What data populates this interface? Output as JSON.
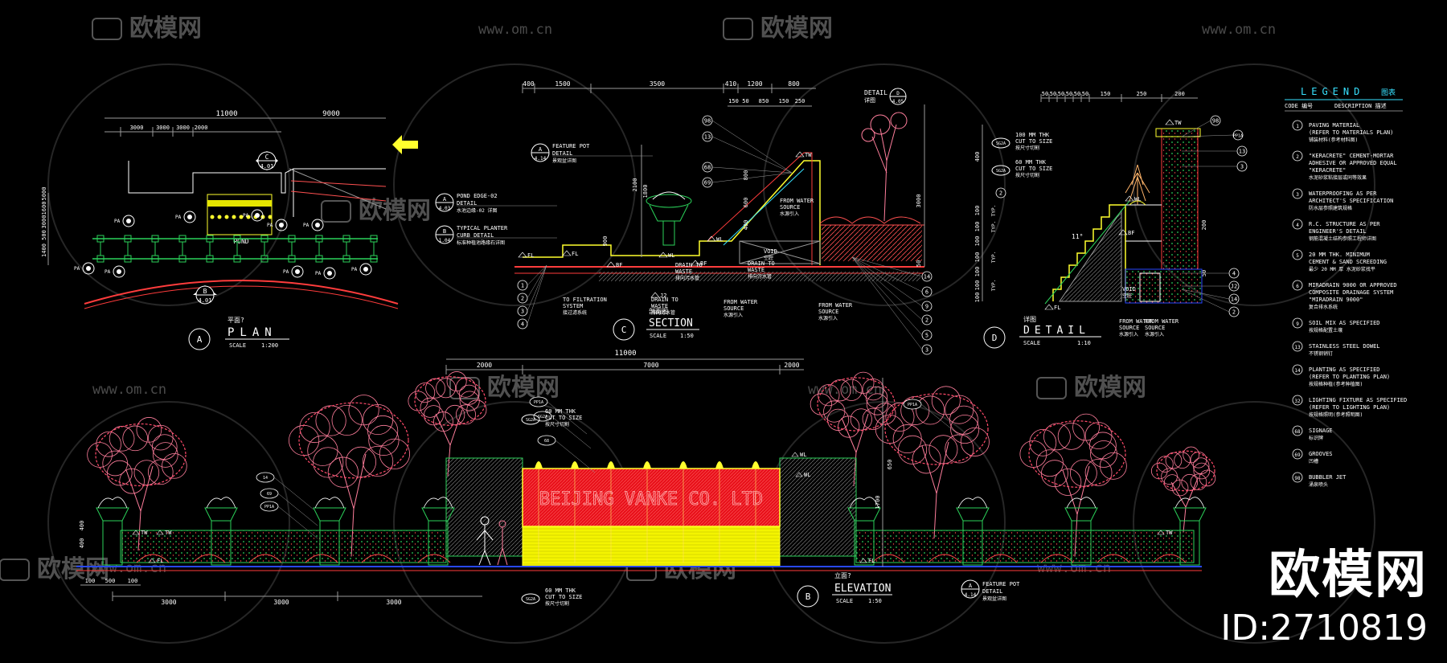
{
  "watermark": {
    "brand": "欧模网",
    "url": "www.om.cn",
    "id": "ID:2710819"
  },
  "plan": {
    "letter": "A",
    "title": "PLAN",
    "cn": "平面?",
    "scale_label": "SCALE",
    "scale": "1:200",
    "dims_top": [
      "11000",
      "9000"
    ],
    "dims_sub": [
      "3000",
      "3000",
      "3000",
      "2000"
    ],
    "dims_left": [
      "1400",
      "500",
      "3000",
      "1600",
      "5000"
    ],
    "pot_label": "PA",
    "pond": "POND",
    "tag_c": "C",
    "tag_c_ref": "4.01",
    "tag_b": "B",
    "tag_b_ref": "4.01"
  },
  "section": {
    "letter": "C",
    "title": "SECTION",
    "cn": "剖面图",
    "scale_label": "SCALE",
    "scale": "1:50",
    "dims_top": [
      "400",
      "1500",
      "3500",
      "410",
      "1200",
      "800"
    ],
    "dims_sub": [
      "150",
      "50",
      "850",
      "150",
      "250"
    ],
    "detail_label": "DETAIL",
    "detail_cn": "详图",
    "detail_ref": "4.05",
    "notes": [
      {
        "ref": "4.14",
        "tag": "A",
        "text": "FEATURE POT DETAIL",
        "cn": "景观盆详图"
      },
      {
        "ref": "4.03",
        "tag": "A",
        "text": "POND EDGE-02 DETAIL",
        "cn": "水池边缘-02 详图"
      },
      {
        "ref": "1.04",
        "tag": "B",
        "text": "TYPICAL PLANTER CURB DETAIL",
        "cn": "标准种植池路缘石详图"
      }
    ],
    "callouts_left": [
      "1",
      "2",
      "3",
      "4"
    ],
    "callouts_right": [
      "14",
      "6",
      "9",
      "2",
      "5",
      "3"
    ],
    "callouts_top": [
      "98",
      "13",
      "68",
      "69"
    ],
    "vdims": [
      "2100",
      "1800",
      "900",
      "800",
      "600",
      "400",
      "3000",
      "50"
    ],
    "labels": [
      "TO FILTRATION SYSTEM",
      "DRAIN TO WASTE",
      "DRAIN TO WASTE",
      "FROM WATER SOURCE",
      "DRAIN TO WASTE",
      "FROM WATER SOURCE",
      "FROM WATER SOURCE",
      "VOID"
    ],
    "labels_cn": [
      "接过滤系统",
      "排向污水管",
      "排向污水管",
      "水源引入",
      "排向污水管",
      "水源引入",
      "水源引入",
      "空腔"
    ],
    "marks": [
      "FL",
      "FL",
      "BF",
      "WL",
      "BF",
      "J2",
      "TW",
      "WL"
    ]
  },
  "detail": {
    "letter": "D",
    "title": "DETAIL",
    "cn": "详图",
    "scale_label": "SCALE",
    "scale": "1:10",
    "dims_top": [
      "50",
      "50",
      "50",
      "50",
      "50",
      "50",
      "150",
      "250",
      "200"
    ],
    "vdims": [
      "400",
      "100",
      "100",
      "100",
      "100",
      "100",
      "100",
      "100",
      "200",
      "50"
    ],
    "typ": "TYP.",
    "notes": [
      {
        "ref": "SG2A",
        "text": "100 MM THK CUT TO SIZE",
        "cn": "按尺寸切割"
      },
      {
        "ref": "SG2A",
        "text": "60 MM THK CUT TO SIZE",
        "cn": "按尺寸切割"
      }
    ],
    "callouts_right": [
      "98",
      "PP1A",
      "13",
      "3",
      "4",
      "J2",
      "14",
      "2"
    ],
    "callouts_left": [
      "2"
    ],
    "labels": [
      "FROM WATER SOURCE",
      "FROM WATER SOURCE",
      "VOID"
    ],
    "labels_cn": [
      "水源引入",
      "水源引入",
      "空腔"
    ],
    "marks": [
      "TW",
      "WL",
      "BF",
      "FL"
    ],
    "angle": "11°"
  },
  "elevation": {
    "letter": "B",
    "title": "ELEVATION",
    "cn": "立面?",
    "scale_label": "SCALE",
    "scale": "1:50",
    "dims_top": [
      "2000",
      "7000",
      "2000"
    ],
    "dims_total": "11000",
    "dims_bottom": [
      "3000",
      "3000",
      "3000"
    ],
    "dims_bottom_small": [
      "100",
      "500",
      "100"
    ],
    "vdims_left": [
      "400",
      "400"
    ],
    "vdim_right": "1700",
    "vdim_right2": "650",
    "sign_text": "BEIJING VANKE CO. LTD",
    "callouts": [
      "PP1A",
      "SG2A",
      "68",
      "14",
      "69",
      "PP1A",
      "PP1A"
    ],
    "notes": [
      {
        "ref": "SG2A",
        "text": "60 MM THK CUT TO SIZE",
        "cn": "按尺寸切割"
      },
      {
        "ref": "SG2A",
        "text": "60 MM THK CUT TO SIZE",
        "cn": "按尺寸切割"
      },
      {
        "ref": "4.14",
        "tag": "A",
        "text": "FEATURE POT DETAIL",
        "cn": "景观盆详图"
      }
    ],
    "marks": [
      "TW",
      "WL",
      "TW",
      "WL",
      "FL",
      "FL",
      "TW"
    ]
  },
  "legend": {
    "title": "LEGEND",
    "title_cn": "图表",
    "header_code": "CODE 编号",
    "header_desc": "DESCRIPTION 描述",
    "items": [
      {
        "code": "1",
        "text": [
          "PAVING MATERIAL",
          "(REFER TO MATERIALS PLAN)"
        ],
        "cn": "铺装材料(参考材料图)"
      },
      {
        "code": "2",
        "text": [
          "\"KERACRETE\" CEMENT-MORTAR",
          "ADHESIVE OR APPROVED EQUAL",
          "\"KERACRETE\""
        ],
        "cn": "水泥砂浆粘接层或同等效果"
      },
      {
        "code": "3",
        "text": [
          "WATERPROOFING AS PER",
          "ARCHITECT'S SPECIFICATION"
        ],
        "cn": "防水层参照建筑规格"
      },
      {
        "code": "4",
        "text": [
          "R.C. STRUCTURE AS PER",
          "ENGINEER'S DETAIL"
        ],
        "cn": "钢筋混凝土结构参照工程师详图"
      },
      {
        "code": "5",
        "text": [
          "20 MM THK. MINIMUM",
          "CEMENT & SAND SCREEDING"
        ],
        "cn": "最少 20 MM 厚 水泥砂浆找平"
      },
      {
        "code": "6",
        "text": [
          "MIRADRAIN 9000 OR APPROVED",
          "COMPOSITE DRAINAGE SYSTEM",
          "\"MIRADRAIN 9000\""
        ],
        "cn": "复合排水系统"
      },
      {
        "code": "9",
        "text": [
          "SOIL MIX AS SPECIFIED"
        ],
        "cn": "按规格配置土壤"
      },
      {
        "code": "13",
        "text": [
          "STAINLESS STEEL DOWEL"
        ],
        "cn": "不锈钢销钉"
      },
      {
        "code": "14",
        "text": [
          "PLANTING AS SPECIFIED",
          "(REFER TO PLANTING PLAN)"
        ],
        "cn": "按规格种植(参考种植图)"
      },
      {
        "code": "32",
        "text": [
          "LIGHTING FIXTURE AS SPECIFIED",
          "(REFER TO LIGHTING PLAN)"
        ],
        "cn": "按规格照明(参考照明图)"
      },
      {
        "code": "68",
        "text": [
          "SIGNAGE"
        ],
        "cn": "标识牌"
      },
      {
        "code": "69",
        "text": [
          "GROOVES"
        ],
        "cn": "凹槽"
      },
      {
        "code": "98",
        "text": [
          "BUBBLER JET"
        ],
        "cn": "涌泉喷头"
      }
    ]
  },
  "colors": {
    "red": "#ff3c3c",
    "pink": "#ff7e9c",
    "yellow": "#ffff2e",
    "cyan": "#37e1ff",
    "green": "#2bd25a",
    "white": "#ffffff",
    "blue": "#2848ff",
    "grey": "#9a9a9a"
  }
}
